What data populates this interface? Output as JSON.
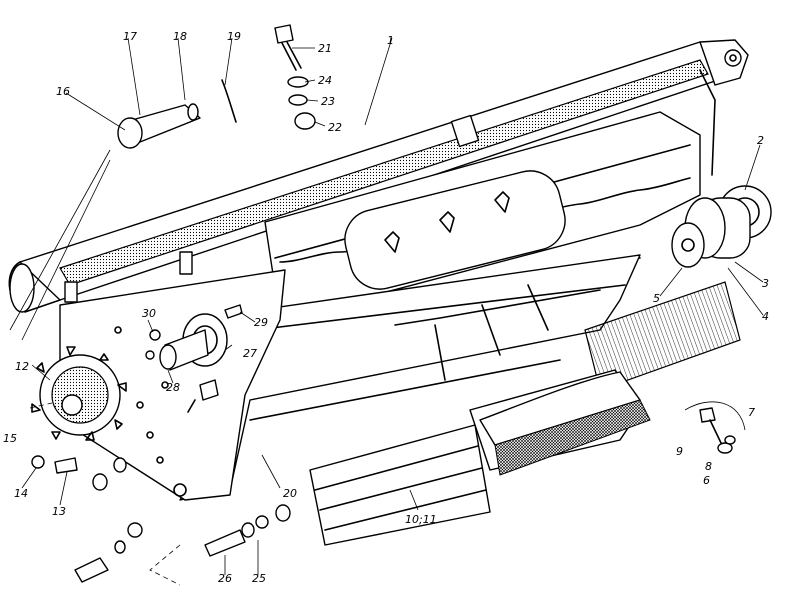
{
  "diagram": {
    "callouts": [
      {
        "id": "c1",
        "label": "1"
      },
      {
        "id": "c2",
        "label": "2"
      },
      {
        "id": "c3",
        "label": "3"
      },
      {
        "id": "c4",
        "label": "4"
      },
      {
        "id": "c5",
        "label": "5"
      },
      {
        "id": "c6",
        "label": "6"
      },
      {
        "id": "c7",
        "label": "7"
      },
      {
        "id": "c8",
        "label": "8"
      },
      {
        "id": "c9",
        "label": "9"
      },
      {
        "id": "c10",
        "label": "10;11"
      },
      {
        "id": "c12",
        "label": "12"
      },
      {
        "id": "c13",
        "label": "13"
      },
      {
        "id": "c14",
        "label": "14"
      },
      {
        "id": "c15",
        "label": "15"
      },
      {
        "id": "c16",
        "label": "16"
      },
      {
        "id": "c17",
        "label": "17"
      },
      {
        "id": "c18",
        "label": "18"
      },
      {
        "id": "c19",
        "label": "19"
      },
      {
        "id": "c20",
        "label": "20"
      },
      {
        "id": "c21",
        "label": "21"
      },
      {
        "id": "c22",
        "label": "22"
      },
      {
        "id": "c23",
        "label": "23"
      },
      {
        "id": "c24",
        "label": "24"
      },
      {
        "id": "c25",
        "label": "25"
      },
      {
        "id": "c26",
        "label": "26"
      },
      {
        "id": "c27",
        "label": "27"
      },
      {
        "id": "c28",
        "label": "28"
      },
      {
        "id": "c29",
        "label": "29"
      },
      {
        "id": "c30",
        "label": "30"
      }
    ]
  }
}
